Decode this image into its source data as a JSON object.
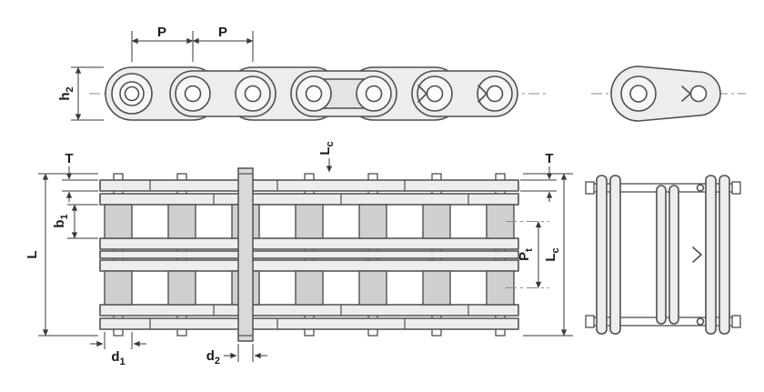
{
  "drawing_title": "roller chain dimensions diagram",
  "palette": {
    "background": "#ffffff",
    "line": "#4a4a4a",
    "dim_line": "#3a3a3a",
    "plate_fill": "#ededed",
    "roller_fill": "#cfcfcf",
    "connecting_pin_fill": "#d9d9d9"
  },
  "labels": {
    "p1": {
      "main": "P",
      "sub": ""
    },
    "p2": {
      "main": "P",
      "sub": ""
    },
    "h2": {
      "main": "h",
      "sub": "2"
    },
    "t_left": {
      "main": "T",
      "sub": ""
    },
    "b1": {
      "main": "b",
      "sub": "1"
    },
    "l": {
      "main": "L",
      "sub": ""
    },
    "lc_top": {
      "main": "L",
      "sub": "c"
    },
    "t_right": {
      "main": "T",
      "sub": ""
    },
    "pt": {
      "main": "P",
      "sub": "t"
    },
    "lc_right": {
      "main": "L",
      "sub": "c"
    },
    "d1": {
      "main": "d",
      "sub": "1"
    },
    "d2": {
      "main": "d",
      "sub": "2"
    }
  }
}
